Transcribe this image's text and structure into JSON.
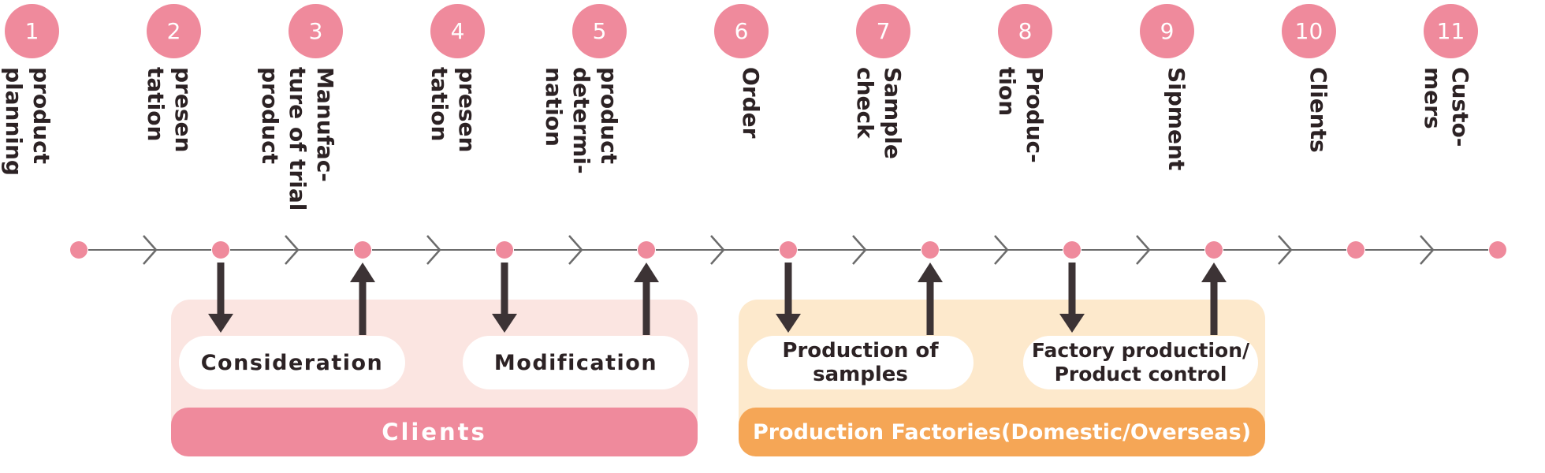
{
  "steps": [
    {
      "number": "1",
      "label": "product\nplanning"
    },
    {
      "number": "2",
      "label": "presen\ntation"
    },
    {
      "number": "3",
      "label": "Manufac-\nture of trial\nproduct"
    },
    {
      "number": "4",
      "label": "presen\ntation"
    },
    {
      "number": "5",
      "label": "product\ndetermi-\nnation"
    },
    {
      "number": "6",
      "label": "Order"
    },
    {
      "number": "7",
      "label": "Sample\ncheck"
    },
    {
      "number": "8",
      "label": "Produc-\ntion"
    },
    {
      "number": "9",
      "label": "Sipment"
    },
    {
      "number": "10",
      "label": "Clients"
    },
    {
      "number": "11",
      "label": "Custo-\nmers"
    }
  ],
  "groups": {
    "clients": {
      "bar_label": "Clients",
      "boxes": [
        "Consideration",
        "Modification"
      ],
      "panel_color": "#fbe5e1",
      "bar_color": "#ef8a9c"
    },
    "factories": {
      "bar_label": "Production Factories(Domestic/Overseas)",
      "boxes": [
        "Production of\nsamples",
        "Factory production/\nProduct control"
      ],
      "panel_color": "#fde9cc",
      "bar_color": "#f5a656"
    }
  },
  "colors": {
    "accent": "#ef8a9c",
    "text": "#2c2224",
    "line": "#6b6b6b",
    "arrow": "#3c3335"
  }
}
